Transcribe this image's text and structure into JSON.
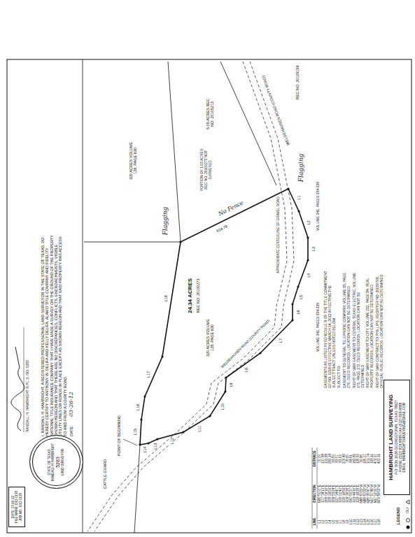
{
  "diagram": {
    "nodes": [
      {
        "text": [
          "DATE: 03-16-12",
          "FILE NAME: D12-0138",
          "JOB NO.: D12-0138"
        ]
      },
      {
        "text": [
          "STATE OF TEXAS",
          "RANDALL H. HAMBRIGHT",
          "5283",
          "LAND SURVEYOR"
        ]
      },
      {
        "text": [
          "HAMBRIGHT LAND SURVEYING",
          "P.O. BOX 1026 GEORGETOWN, TEXAS 78627",
          "PHONE (512) 819-9999 FAX (512) 819-9998",
          "EMAIL: HAMBRIGHTSURVEYING@GMAIL.COM"
        ]
      }
    ],
    "labels": [
      "REC NO. 20105159",
      "WELDEHAUSEN ROAD (COUNTY ROAD)",
      "5.05 ACRES REC NO. 20105213",
      "PORTION OF 1.03 ACRES REC NO. 20100273 NOT SURVEYED",
      "320 ACRES VOLUME 128, PAGE 630",
      "Flagging",
      "Flagging",
      "No Fence",
      "914.78",
      "VOLUME 341, PAGES 334-339",
      "VOLUME 341, PAGES 334-339",
      "APPROXIMATE CENTERLINE OF GRAVEL ROAD",
      "24.34 ACRES",
      "REC NO. 20100273",
      "320 ACRES VOLUME 128, PAGE 630",
      "WELDEHAUSEN ROAD (COUNTY ROAD)",
      "POINT OF BEGINNING",
      "CATTLE GUARD",
      "L1",
      "L2",
      "L3",
      "L4",
      "L5",
      "L6",
      "L7",
      "L8",
      "L9",
      "L10",
      "L11",
      "L12",
      "L13",
      "L14",
      "L15",
      "L16",
      "L17",
      "L18",
      "LINE",
      "DIRECTION",
      "DISTANCE",
      "L1",
      "N80°51'27\"E",
      "70.33",
      "L2",
      "S77°34'13\"E",
      "137.88",
      "L3",
      "S55°09'19\"E",
      "131.88",
      "L4",
      "S55°29'09\"E",
      "283.14",
      "L5",
      "S59°53'24\"E",
      "93.83",
      "L6",
      "S27°34'47\"E",
      "83.57",
      "L7",
      "S30°01'43\"E",
      "83.19",
      "L8",
      "S30°16'59\"E",
      "276.46",
      "L9",
      "S09°36'28\"E",
      "78.65",
      "L10",
      "S47°50'27\"E",
      "84.81",
      "L11",
      "S23°44'16\"E",
      "182.86",
      "L12",
      "S22°18'28\"E",
      "125.50",
      "L13",
      "N88°53'22\"W",
      "30.88",
      "L14",
      "N88°53'22\"W",
      "165.07",
      "L15",
      "N25°25'47\"W",
      "101.74",
      "L16",
      "N17°07'49\"W",
      "108.11",
      "L17",
      "N17°11'31\"W",
      "479.37",
      "L18",
      "N79°58'02\"W",
      "423.31",
      "EASEMENTS AS LISTED IN SCHEDULE B OF THE TITLE COMMITMENT GF NO. 1218-01 EFFECTIVE MARCH 14, 2012 AFFECTING THE SUBJECT TRACT UNLESS NOTED BELOW",
      "SUBJECT TO:",
      "EASEMENT TO GENERAL TELEPHONE COMPANY, VOLUME 85, PAGE 270, DEED RECORDS, LOCATION CAN NOT BE DETERMINED",
      "RIGHT OF WAY EASEMENT TO CENTRAL TEXAS ELECTRIC, VOLUME 171, PAGE 172, DEED RECORDS, LOCATION CAN NOT BE DETERMINED",
      "RIGHT OF WAY EASEMENT TO CITY, VOLUME 212, PAGE 84, REAL PROPERTY RECORDS, LOCATION CAN NOT BE DETERMINED",
      "RIGHT OF WAY CONTRACT TO PHILLIPS, REGISTER NO. 20030708, OFFICIAL PUBLIC RECORDS, LOCATION CAN NOT BE DETERMINED",
      "I, RANDALL H. HAMBRIGHT, A REGISTERED PROFESSIONAL LAND SURVEYOR IN THE STATE OF TEXAS, DO HEREBY CERTIFY TO ANTHONY W. DELIFA AND KELLY DELIFA, ALAMO TITLE COMPANY AND FIDELITY NATIONAL TITLE INSURANCE COMPANY THAT I HAVE MADE A SURVEY ON THE GROUND OF THE PROPERTY SHOWN HEREON AND THAT THERE ARE NO DISCREPANCIES, CONFLICTS, ENCROACHMENTS, VISIBLE UTILITY LINES OR ROADS IN PLACE EXCEPT AS SHOWN HEREON AND THAT SAID PROPERTY HAS ACCESS TO AND FROM A COUNTY ROAD.",
      "DATE:",
      "03-26-12",
      "RANDALL H. HAMBRIGHT R.P.L.S. NO. 5283",
      "LEGEND",
      "OU"
    ]
  }
}
